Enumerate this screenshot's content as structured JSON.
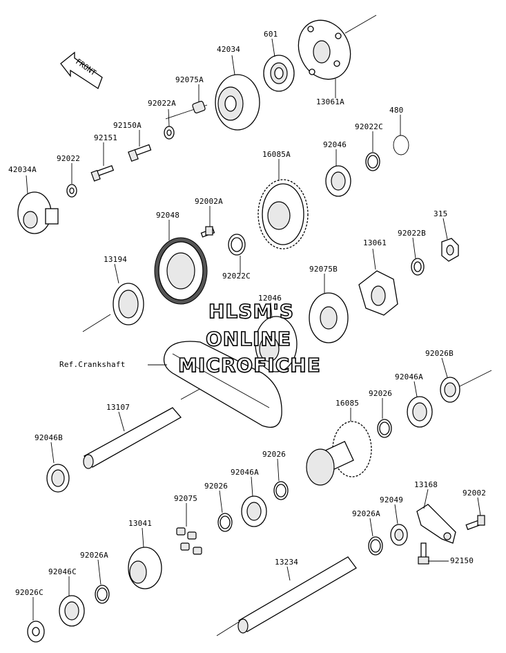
{
  "diagram": {
    "front_label": "FRONT",
    "watermark": [
      "HLSM'S",
      "ONLINE",
      "MICROFICHE"
    ],
    "part_labels": {
      "p601": "601",
      "p42034": "42034",
      "p92075A": "92075A",
      "p92022A": "92022A",
      "p13061A": "13061A",
      "p92150A": "92150A",
      "p92151": "92151",
      "p92022": "92022",
      "p42034A": "42034A",
      "p480": "480",
      "p92022C_top": "92022C",
      "p92046_top": "92046",
      "p16085A": "16085A",
      "p92002A": "92002A",
      "p92048": "92048",
      "p315": "315",
      "p92022B": "92022B",
      "p13061": "13061",
      "p13194": "13194",
      "p92022C": "92022C",
      "p92075B": "92075B",
      "p12046": "12046",
      "p92026B": "92026B",
      "p92046A_right": "92046A",
      "p92026_right": "92026",
      "p16085": "16085",
      "p13107": "13107",
      "p92046B": "92046B",
      "p92026_mid": "92026",
      "p92046A_mid": "92046A",
      "p92026_left": "92026",
      "p92075": "92075",
      "p13041": "13041",
      "p92026A_left": "92026A",
      "p92046C": "92046C",
      "p92026C_bottom": "92026C",
      "p13234": "13234",
      "p13168": "13168",
      "p92002": "92002",
      "p92049": "92049",
      "p92026A_right": "92026A",
      "p92150": "92150"
    },
    "ref_crankshaft": "Ref.Crankshaft"
  }
}
